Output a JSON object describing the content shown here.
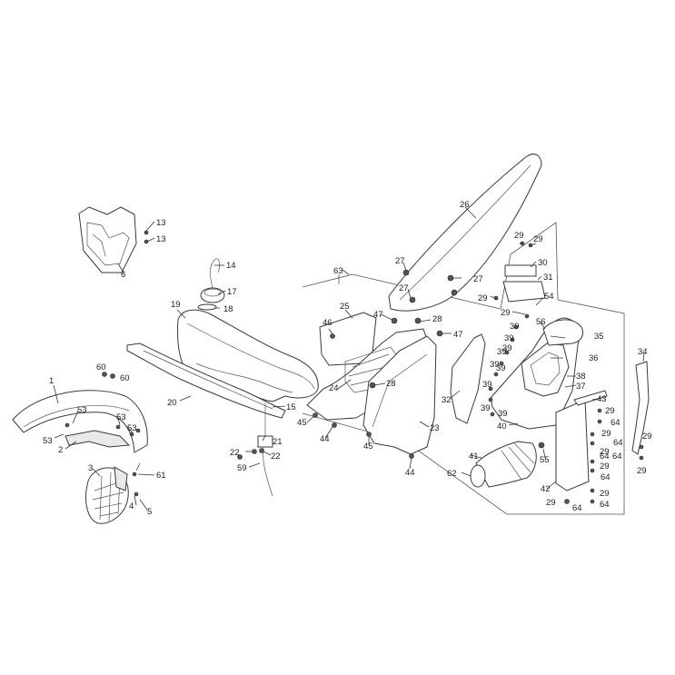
{
  "callouts": [
    {
      "id": "c1",
      "text": "1"
    },
    {
      "id": "c2",
      "text": "2"
    },
    {
      "id": "c3",
      "text": "3"
    },
    {
      "id": "c4",
      "text": "4"
    },
    {
      "id": "c5",
      "text": "5"
    },
    {
      "id": "c6",
      "text": "6"
    },
    {
      "id": "c13a",
      "text": "13"
    },
    {
      "id": "c13b",
      "text": "13"
    },
    {
      "id": "c14",
      "text": "14"
    },
    {
      "id": "c15",
      "text": "15"
    },
    {
      "id": "c17",
      "text": "17"
    },
    {
      "id": "c18",
      "text": "18"
    },
    {
      "id": "c19",
      "text": "19"
    },
    {
      "id": "c20",
      "text": "20"
    },
    {
      "id": "c21",
      "text": "21"
    },
    {
      "id": "c22a",
      "text": "22"
    },
    {
      "id": "c22b",
      "text": "22"
    },
    {
      "id": "c23",
      "text": "23"
    },
    {
      "id": "c24",
      "text": "24"
    },
    {
      "id": "c25",
      "text": "25"
    },
    {
      "id": "c26",
      "text": "26"
    },
    {
      "id": "c27a",
      "text": "27"
    },
    {
      "id": "c27b",
      "text": "27"
    },
    {
      "id": "c27c",
      "text": "27"
    },
    {
      "id": "c28a",
      "text": "28"
    },
    {
      "id": "c28b",
      "text": "28"
    },
    {
      "id": "c29a",
      "text": "29"
    },
    {
      "id": "c29b",
      "text": "29"
    },
    {
      "id": "c29c",
      "text": "29"
    },
    {
      "id": "c29d",
      "text": "29"
    },
    {
      "id": "c29e",
      "text": "29"
    },
    {
      "id": "c29f",
      "text": "29"
    },
    {
      "id": "c29g",
      "text": "29"
    },
    {
      "id": "c29h",
      "text": "29"
    },
    {
      "id": "c29i",
      "text": "29"
    },
    {
      "id": "c29j",
      "text": "29"
    },
    {
      "id": "c29k",
      "text": "29"
    },
    {
      "id": "c29l",
      "text": "29"
    },
    {
      "id": "c30",
      "text": "30"
    },
    {
      "id": "c31",
      "text": "31"
    },
    {
      "id": "c32",
      "text": "32"
    },
    {
      "id": "c34",
      "text": "34"
    },
    {
      "id": "c35",
      "text": "35"
    },
    {
      "id": "c36",
      "text": "36"
    },
    {
      "id": "c37",
      "text": "37"
    },
    {
      "id": "c38",
      "text": "38"
    },
    {
      "id": "c39a",
      "text": "39"
    },
    {
      "id": "c39b",
      "text": "39"
    },
    {
      "id": "c39c",
      "text": "39"
    },
    {
      "id": "c39d",
      "text": "39"
    },
    {
      "id": "c39e",
      "text": "39"
    },
    {
      "id": "c39f",
      "text": "39"
    },
    {
      "id": "c39g",
      "text": "39"
    },
    {
      "id": "c39h",
      "text": "39"
    },
    {
      "id": "c39i",
      "text": "39"
    },
    {
      "id": "c40",
      "text": "40"
    },
    {
      "id": "c41",
      "text": "41"
    },
    {
      "id": "c42",
      "text": "42"
    },
    {
      "id": "c43",
      "text": "43"
    },
    {
      "id": "c44a",
      "text": "44"
    },
    {
      "id": "c44b",
      "text": "44"
    },
    {
      "id": "c45a",
      "text": "45"
    },
    {
      "id": "c45b",
      "text": "45"
    },
    {
      "id": "c46",
      "text": "46"
    },
    {
      "id": "c47a",
      "text": "47"
    },
    {
      "id": "c47b",
      "text": "47"
    },
    {
      "id": "c53a",
      "text": "53"
    },
    {
      "id": "c53b",
      "text": "53"
    },
    {
      "id": "c53c",
      "text": "53"
    },
    {
      "id": "c53d",
      "text": "53"
    },
    {
      "id": "c54",
      "text": "54"
    },
    {
      "id": "c55",
      "text": "55"
    },
    {
      "id": "c56",
      "text": "56"
    },
    {
      "id": "c59",
      "text": "59"
    },
    {
      "id": "c60a",
      "text": "60"
    },
    {
      "id": "c60b",
      "text": "60"
    },
    {
      "id": "c61",
      "text": "61"
    },
    {
      "id": "c62",
      "text": "62"
    },
    {
      "id": "c63",
      "text": "63"
    },
    {
      "id": "c64a",
      "text": "64"
    },
    {
      "id": "c64b",
      "text": "64"
    },
    {
      "id": "c64c",
      "text": "64"
    },
    {
      "id": "c64d",
      "text": "64"
    },
    {
      "id": "c64e",
      "text": "64"
    },
    {
      "id": "c64f",
      "text": "64"
    },
    {
      "id": "c64g",
      "text": "64"
    }
  ]
}
